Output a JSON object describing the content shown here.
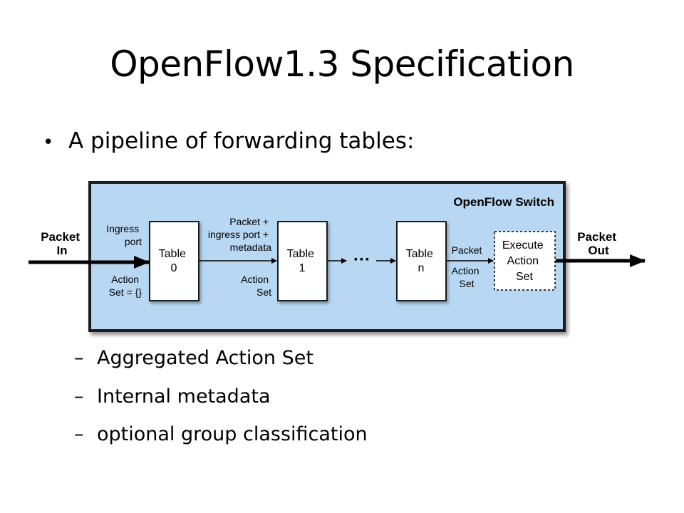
{
  "slide": {
    "title": "OpenFlow1.3 Specification",
    "bullet": "A pipeline of forwarding tables:",
    "sub_items": [
      "Aggregated Action Set",
      "Internal metadata",
      "optional group classification"
    ]
  },
  "diagram": {
    "switch_label": "OpenFlow Switch",
    "packet_in": [
      "Packet",
      "In"
    ],
    "packet_out": [
      "Packet",
      "Out"
    ],
    "ingress": [
      "Ingress",
      "port"
    ],
    "action_set_empty": [
      "Action",
      "Set = {}"
    ],
    "table0": [
      "Table",
      "0"
    ],
    "packet_ingress_metadata": [
      "Packet +",
      "ingress port +",
      "metadata"
    ],
    "action_set": [
      "Action",
      "Set"
    ],
    "table1": [
      "Table",
      "1"
    ],
    "ellipsis": "···",
    "tablen": [
      "Table",
      "n"
    ],
    "packet": "Packet",
    "action_set_n": [
      "Action",
      "Set"
    ],
    "execute": [
      "Execute",
      "Action",
      "Set"
    ]
  },
  "colors": {
    "switch_fill": "#b7d7f2",
    "switch_stroke": "#1e1e1e",
    "table_fill": "#ffffff"
  }
}
